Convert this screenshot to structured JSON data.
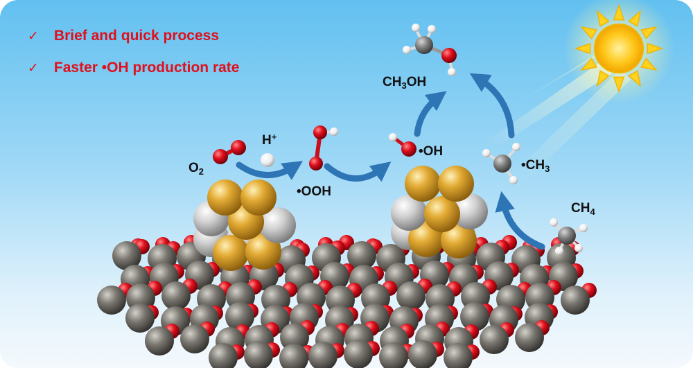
{
  "bullets": [
    {
      "mark": "✓",
      "text": "Brief and quick process"
    },
    {
      "mark": "✓",
      "text": "Faster •OH production rate"
    }
  ],
  "species": {
    "o2": {
      "main": "O",
      "sub": "2"
    },
    "h_plus": {
      "main": "H",
      "sup": "+"
    },
    "ooh": "•OOH",
    "oh": "•OH",
    "ch3oh": {
      "a": "CH",
      "sub": "3",
      "b": "OH"
    },
    "ch3": {
      "main": "•CH",
      "sub": "3"
    },
    "ch4": {
      "main": "CH",
      "sub": "4"
    }
  },
  "colors": {
    "highlight_text": "#e0101c",
    "arrow": "#2e75b6",
    "oxygen_atom": "#e0101c",
    "support_atom": "#6f6c66",
    "gold_atom": "#d9a22b",
    "silver_atom": "#c9c9c9",
    "carbon_atom": "#7d7d7d",
    "hydrogen_atom": "#f2f2f2",
    "sun": "#ffd21f"
  },
  "icons": [
    "sun-icon",
    "check-icon"
  ]
}
